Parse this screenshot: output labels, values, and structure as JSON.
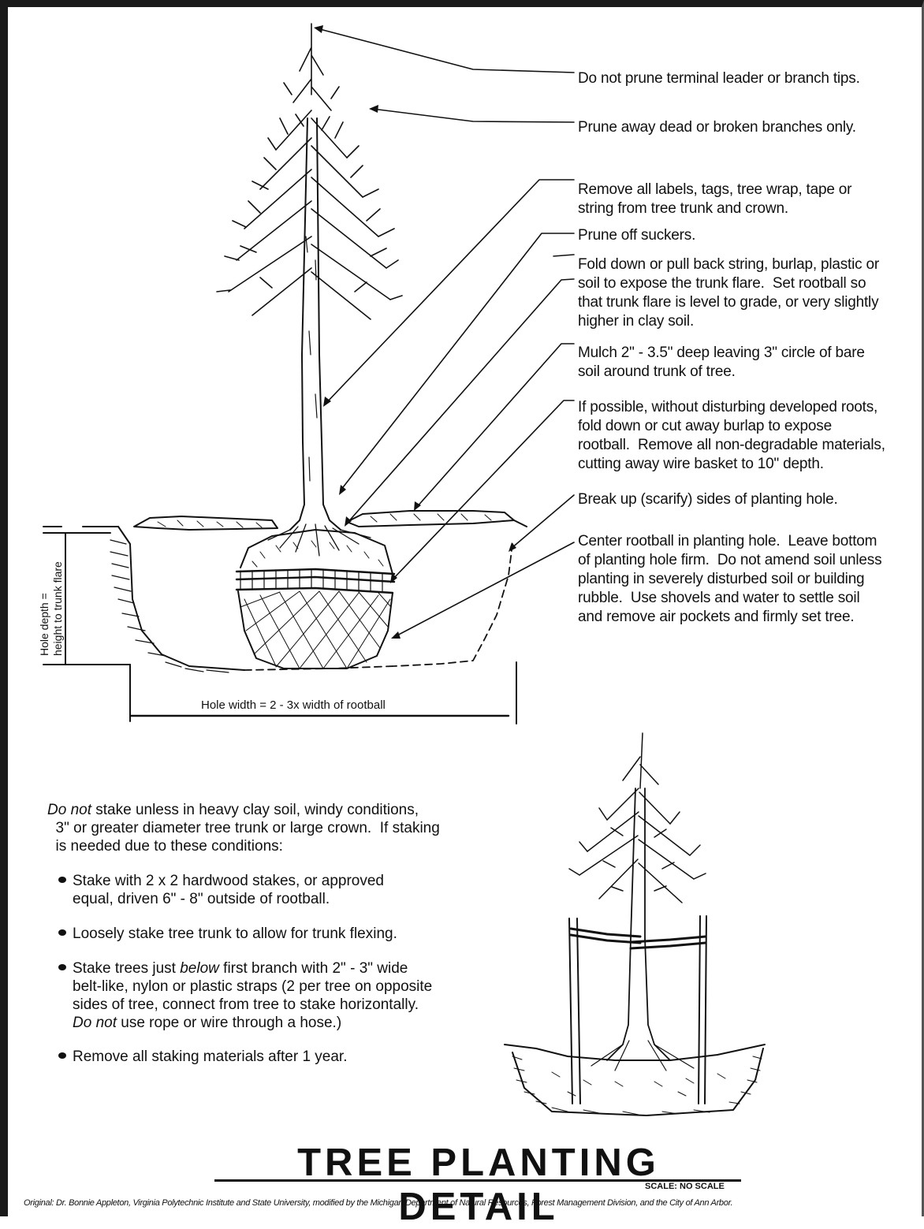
{
  "notes": [
    "Do not prune terminal leader or branch tips.",
    "Prune away dead or broken branches only.",
    "Remove all labels, tags, tree wrap, tape or\nstring from tree trunk and crown.",
    "Prune off suckers.",
    "Fold down or pull back string, burlap, plastic or\nsoil to expose the trunk flare.  Set rootball so\nthat trunk flare is level to grade, or very slightly\nhigher in clay soil.",
    "Mulch 2\" - 3.5\" deep leaving 3\" circle of bare\nsoil around trunk of tree.",
    "If possible, without disturbing developed roots,\nfold down or cut away burlap to expose\nrootball.  Remove all non-degradable materials,\ncutting away wire basket to 10\" depth.",
    "Break up (scarify) sides of planting hole.",
    "Center rootball in planting hole.  Leave bottom\nof planting hole firm.  Do not amend soil unless\nplanting in severely disturbed soil or building\nrubble.  Use shovels and water to settle soil\nand remove air pockets and firmly set tree."
  ],
  "dimensions": {
    "hole_width": "Hole width = 2 - 3x width of rootball",
    "hole_depth_line1": "Hole depth =",
    "hole_depth_line2": "height to trunk flare"
  },
  "staking": {
    "intro_em": "Do not",
    "intro_rest": " stake unless in heavy clay soil, windy conditions,\n  3\" or greater diameter tree trunk or large crown.  If staking\n  is needed due to these conditions:",
    "bullet1": "Stake with 2 x 2 hardwood stakes, or approved\nequal, driven 6\" - 8\" outside of rootball.",
    "bullet2": "Loosely stake tree trunk to allow for trunk flexing.",
    "bullet3_a": "Stake trees just ",
    "bullet3_em": "below",
    "bullet3_b": " first branch with 2\" - 3\" wide\nbelt-like, nylon or plastic straps (2 per tree on opposite\nsides of tree, connect from tree to stake horizontally.\n",
    "bullet3_em2": "Do not",
    "bullet3_c": " use rope or wire through a hose.)",
    "bullet4": "Remove all staking materials after 1 year."
  },
  "title": "TREE PLANTING DETAIL",
  "scale": "SCALE: NO SCALE",
  "credit": "Original: Dr. Bonnie Appleton, Virginia Polytechnic Institute and State University, modified by the Michigan Department of Natural Resources, Forest Management Division, and the City of Ann Arbor."
}
